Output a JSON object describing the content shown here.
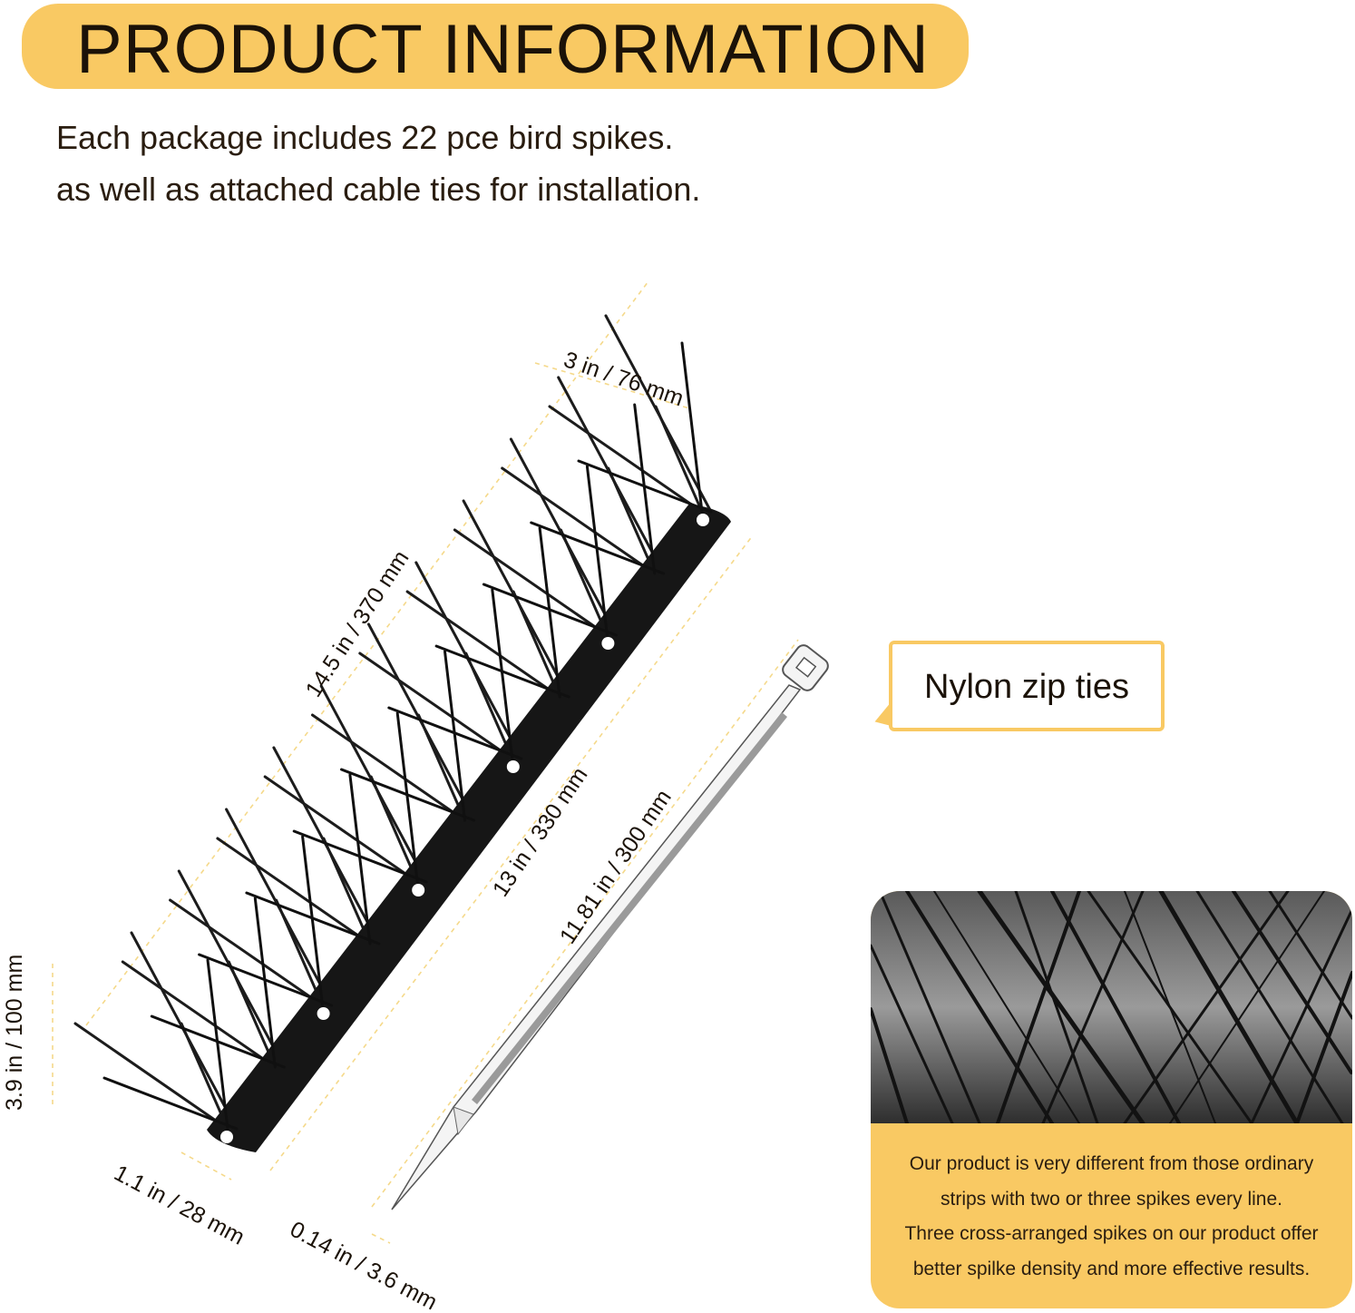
{
  "header": {
    "title": "PRODUCT INFORMATION"
  },
  "intro": {
    "line1": "Each package includes 22 pce bird spikes.",
    "line2": "as well as attached cable ties for installation."
  },
  "dimensions": {
    "strip_length": "14.5 in / 370 mm",
    "spike_width": "3 in / 76 mm",
    "base_length": "13 in / 330 mm",
    "zip_tie_length": "11.81 in / 300 mm",
    "height": "3.9 in / 100 mm",
    "base_width": "1.1 in / 28 mm",
    "tie_width": "0.14 in / 3.6 mm"
  },
  "callout": {
    "label": "Nylon zip ties"
  },
  "detail": {
    "lines": [
      "Our product is very different from those ordinary",
      "strips with two or three spikes every line.",
      "Three cross-arranged spikes on our product offer",
      "better spilke density and more effective results."
    ]
  },
  "colors": {
    "accent": "#f9c963",
    "text": "#2a1d10",
    "spike": "#1a1a1a"
  }
}
